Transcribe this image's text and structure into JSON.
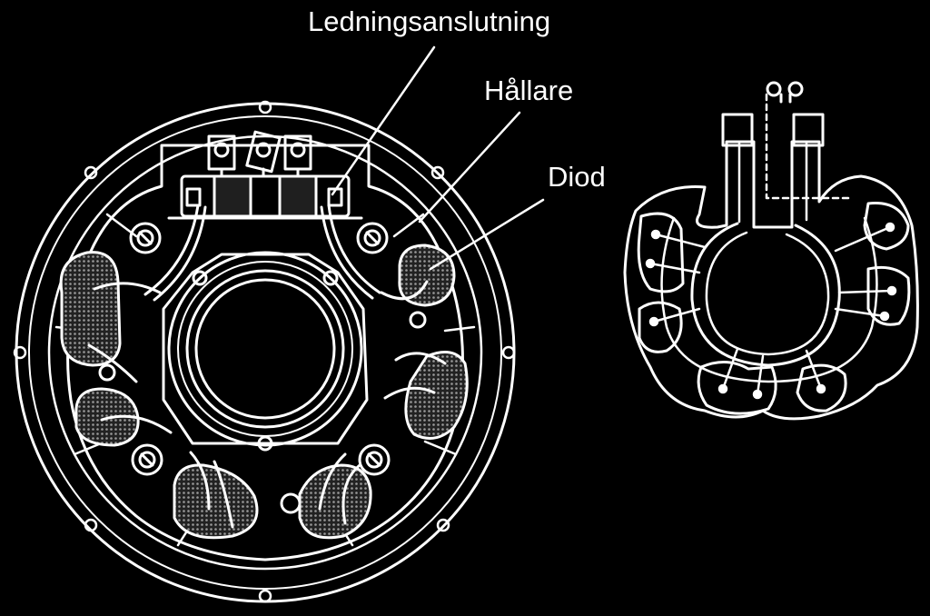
{
  "labels": {
    "wire_connection": "Ledningsanslutning",
    "holder": "Hållare",
    "diode": "Diod"
  },
  "colors": {
    "background": "#000000",
    "line": "#ffffff",
    "shade": "#8c8c8c"
  }
}
